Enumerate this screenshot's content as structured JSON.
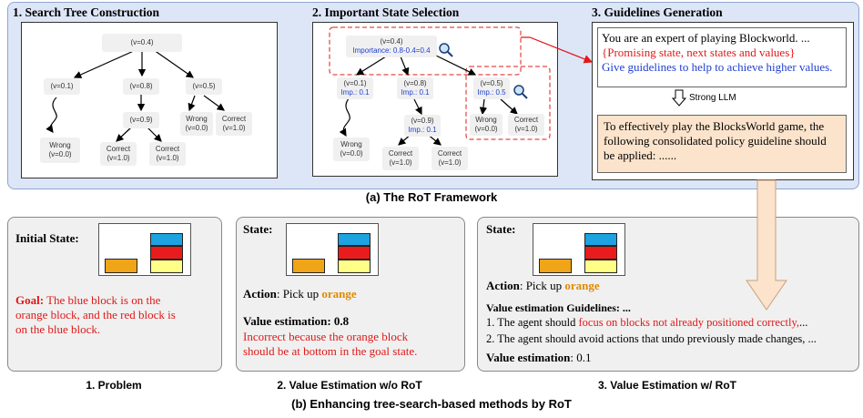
{
  "colors": {
    "panel_bg": "#dde6f6",
    "red": "#e01818",
    "blue": "#1f3fd0",
    "orange": "#e08a00",
    "peach": "#fbe3cc",
    "arrow_fill": "#fbe3cc",
    "block_blue": "#1ca3e0",
    "block_red": "#e81c1c",
    "block_yellow": "#ffff88",
    "block_orange": "#f0a418"
  },
  "top": {
    "panel1_title": "1. Search Tree Construction",
    "panel2_title": "2. Important State Selection",
    "panel3_title": "3. Guidelines Generation",
    "caption": "(a) The RoT Framework"
  },
  "tree1": {
    "root": "(v=0.4)",
    "a": "(v=0.1)",
    "b": "(v=0.8)",
    "c": "(v=0.5)",
    "a_leaf_1": "Wrong",
    "a_leaf_2": "(v=0.0)",
    "b_child": "(v=0.9)",
    "bc_left_1": "Correct",
    "bc_left_2": "(v=1.0)",
    "bc_right_1": "Correct",
    "bc_right_2": "(v=1.0)",
    "c_left_1": "Wrong",
    "c_left_2": "(v=0.0)",
    "c_right_1": "Correct",
    "c_right_2": "(v=1.0)"
  },
  "tree2": {
    "root": "(v=0.4)",
    "root_imp": "Importance: 0.8-0.4=0.4",
    "a": "(v=0.1)",
    "a_imp": "Imp.: 0.1",
    "b": "(v=0.8)",
    "b_imp": "Imp.: 0.1",
    "c": "(v=0.5)",
    "c_imp": "Imp.: 0.5",
    "a_leaf_1": "Wrong",
    "a_leaf_2": "(v=0.0)",
    "b_child": "(v=0.9)",
    "b_child_imp": "Imp.: 0.1",
    "bc_left_1": "Correct",
    "bc_left_2": "(v=1.0)",
    "bc_right_1": "Correct",
    "bc_right_2": "(v=1.0)",
    "c_left_1": "Wrong",
    "c_left_2": "(v=0.0)",
    "c_right_1": "Correct",
    "c_right_2": "(v=1.0)"
  },
  "guidelines": {
    "prompt_line1": "You are an expert of playing Blockworld. ...",
    "prompt_line2": "{Promising state, next states and values}",
    "prompt_line3": "Give guidelines to help to achieve higher values.",
    "llm_label": "Strong LLM",
    "output_line1": "To effectively play the BlocksWorld game, the",
    "output_line2": "following consolidated policy guideline should",
    "output_line3": "be applied: ......"
  },
  "bottom": {
    "problem": {
      "initial_state_label": "Initial State:",
      "goal_label": "Goal:",
      "goal_line1": " The blue block is on the",
      "goal_line2": "orange block, and the red block is",
      "goal_line3": "on the blue block.",
      "caption": "1. Problem"
    },
    "without": {
      "state_label": "State:",
      "action_label": "Action",
      "action_text": ": Pick up ",
      "action_obj": "orange",
      "value_label": "Value estimation: 0.8",
      "reason_line1": "Incorrect because the orange block",
      "reason_line2": "should be at bottom in the goal state.",
      "caption": "2. Value Estimation w/o RoT"
    },
    "with": {
      "state_label": "State:",
      "action_label": "Action",
      "action_text": ": Pick up ",
      "action_obj": "orange",
      "guidelines_label": "Value estimation Guidelines: ...",
      "g1_prefix": "1. The agent should ",
      "g1_red": "focus on blocks not already positioned correctly,",
      "g1_suffix": "...",
      "g2": "2. The agent should avoid actions that undo previously made changes, ...",
      "value_label": "Value estimation",
      "value_text": ": 0.1",
      "caption": "3. Value Estimation w/ RoT"
    },
    "caption": "(b) Enhancing tree-search-based methods by RoT"
  }
}
